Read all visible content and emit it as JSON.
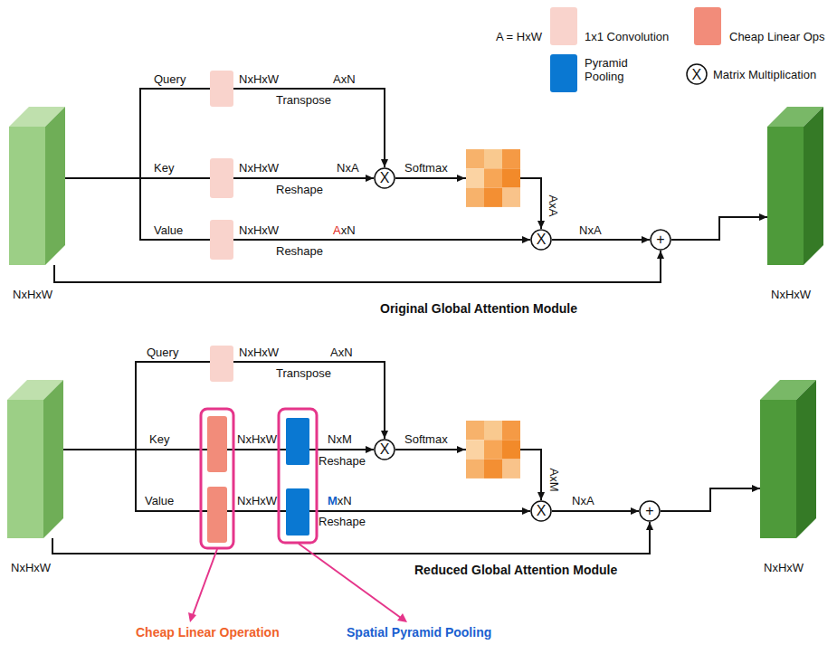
{
  "diagram": {
    "nodes": [
      {
        "text": [
          "NxHxW"
        ]
      },
      {
        "text": [
          "X"
        ]
      },
      {
        "text": [
          "X"
        ]
      },
      {
        "text": [
          "+"
        ]
      },
      {
        "text": [
          "NxHxW"
        ]
      },
      {
        "text": [
          "NxHxW"
        ]
      },
      {
        "text": [
          "X"
        ]
      },
      {
        "text": [
          "X"
        ]
      },
      {
        "text": [
          "+"
        ]
      },
      {
        "text": [
          "NxHxW"
        ]
      }
    ],
    "edges": [
      {
        "from": 0,
        "to": 1,
        "arrow": "to"
      },
      {
        "from": 0,
        "to": 2,
        "arrow": "to"
      },
      {
        "from": 0,
        "to": 3,
        "arrow": "to"
      },
      {
        "from": 1,
        "to": 2,
        "label": "Softmax",
        "arrow": "to"
      },
      {
        "from": 2,
        "to": 3,
        "label": "NxA",
        "arrow": "to"
      },
      {
        "from": 3,
        "to": 4,
        "arrow": "to"
      },
      {
        "from": 5,
        "to": 6,
        "arrow": "to"
      },
      {
        "from": 5,
        "to": 7,
        "arrow": "to"
      },
      {
        "from": 5,
        "to": 8,
        "arrow": "to"
      },
      {
        "from": 6,
        "to": 7,
        "label": "Softmax",
        "arrow": "to"
      },
      {
        "from": 7,
        "to": 8,
        "label": "NxA",
        "arrow": "to"
      },
      {
        "from": 8,
        "to": 9,
        "arrow": "to"
      }
    ],
    "labels": [
      "A = HxW",
      "X",
      "Query",
      "NxHxW",
      "AxN",
      "Transpose",
      "Key",
      "NxHxW",
      "NxA",
      "Reshape",
      "AxA",
      "Value",
      "NxHxW",
      "AxN",
      "Reshape",
      "Original Global Attention Module",
      "Query",
      "NxHxW",
      "AxN",
      "Transpose",
      "Key",
      "NxHxW",
      "NxM",
      "Reshape",
      "AxM",
      "Value",
      "NxHxW",
      "MxN",
      "Reshape",
      "Reduced Global Attention Module",
      "Cheap Linear Operation",
      "Spatial Pyramid Pooling"
    ],
    "legend": [
      {
        "text": "1x1 Convolution",
        "color": "#f9d3cc"
      },
      {
        "text": "Cheap Linear Ops",
        "color": "#f28c7a"
      },
      {
        "text": "Pyramid Pooling",
        "color": "#0a78d2"
      },
      {
        "text": "Matrix Multiplication"
      }
    ]
  }
}
